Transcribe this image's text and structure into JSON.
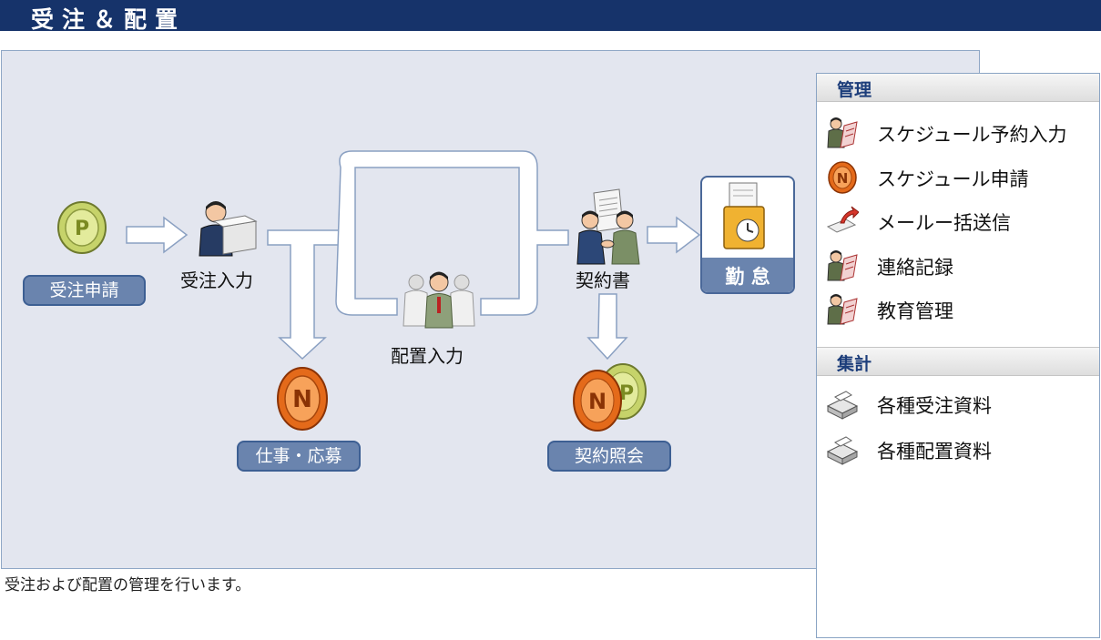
{
  "header": {
    "title": "受注＆配置"
  },
  "flow": {
    "order_apply_button": "受注申請",
    "order_input_label": "受注入力",
    "placement_input_label": "配置入力",
    "contract_label": "契約書",
    "attendance_button": "勤 怠",
    "jobs_apply_button": "仕事・応募",
    "contract_inquiry_button": "契約照会"
  },
  "sidebar": {
    "manage": {
      "title": "管理",
      "items": [
        {
          "label": "スケジュール予約入力",
          "icon": "worker-memo-icon"
        },
        {
          "label": "スケジュール申請",
          "icon": "n-coin-icon"
        },
        {
          "label": "メールー括送信",
          "icon": "mail-send-icon"
        },
        {
          "label": "連絡記録",
          "icon": "worker-memo-icon"
        },
        {
          "label": "教育管理",
          "icon": "worker-memo-icon"
        }
      ]
    },
    "summary": {
      "title": "集計",
      "items": [
        {
          "label": "各種受注資料",
          "icon": "printer-icon"
        },
        {
          "label": "各種配置資料",
          "icon": "printer-icon"
        }
      ]
    }
  },
  "footer": {
    "description": "受注および配置の管理を行います。"
  }
}
